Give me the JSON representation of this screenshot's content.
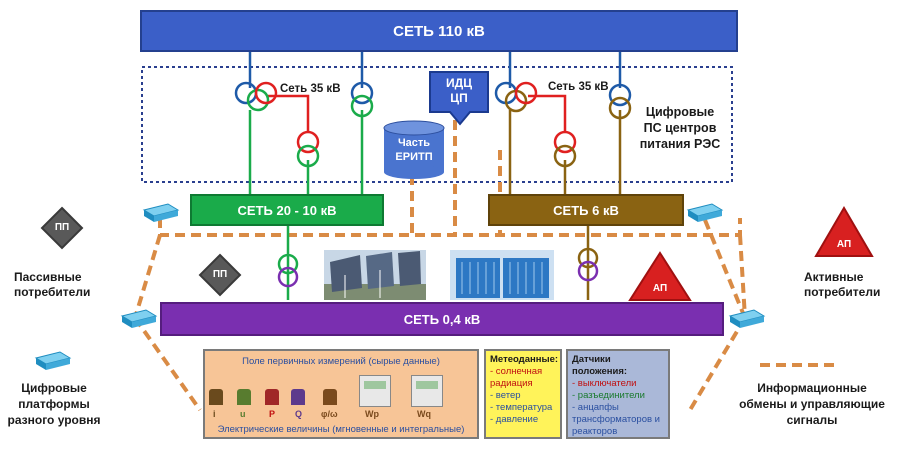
{
  "buses": {
    "hv": "СЕТЬ 110 кВ",
    "mv_left": "СЕТЬ 20 - 10 кВ",
    "mv_right": "СЕТЬ 6 кВ",
    "lv": "СЕТЬ 0,4 кВ"
  },
  "substation": {
    "label_left_35": "Сеть 35 кВ",
    "label_right_35": "Сеть 35 кВ",
    "caption_line1": "Цифровые",
    "caption_line2": "ПС центров",
    "caption_line3": "питания РЭС"
  },
  "idc": {
    "line1": "ИДЦ",
    "line2": "ЦП"
  },
  "eritp": {
    "line1": "Часть",
    "line2": "ЕРИТП"
  },
  "passive": {
    "badge": "ПП",
    "line1": "Пассивные",
    "line2": "потребители"
  },
  "active": {
    "badge": "АП",
    "line1": "Активные",
    "line2": "потребители"
  },
  "platforms": {
    "line1": "Цифровые",
    "line2": "платформы",
    "line3": "разного уровня"
  },
  "legend": {
    "line1": "Информационные",
    "line2": "обмены и управляющие",
    "line3": "сигналы"
  },
  "measurements": {
    "title": "Поле первичных измерений (сырые данные)",
    "items": [
      "i",
      "u",
      "P",
      "Q",
      "φ/ω",
      "Wp",
      "Wq"
    ],
    "footer": "Электрические величины (мгновенные и интегральные)"
  },
  "meteo": {
    "title": "Метеоданные:",
    "items": [
      "- солнечная",
      "радиация",
      "- ветер",
      "- температура",
      "- давление"
    ]
  },
  "position_sensors": {
    "title": "Датчики положения:",
    "items": [
      "- выключатели",
      "- разъединители",
      "- анцапфы",
      "трансформаторов и",
      "реакторов"
    ]
  },
  "colors": {
    "hv_bus": "#3b5fc8",
    "mv_left": "#1aab4a",
    "mv_right": "#8a6312",
    "lv_bus": "#7a2fb0",
    "info_dash": "#d98b45",
    "meas_bg": "#f7c597",
    "meteo_bg": "#fff35a",
    "pos_bg": "#aab8d8"
  }
}
